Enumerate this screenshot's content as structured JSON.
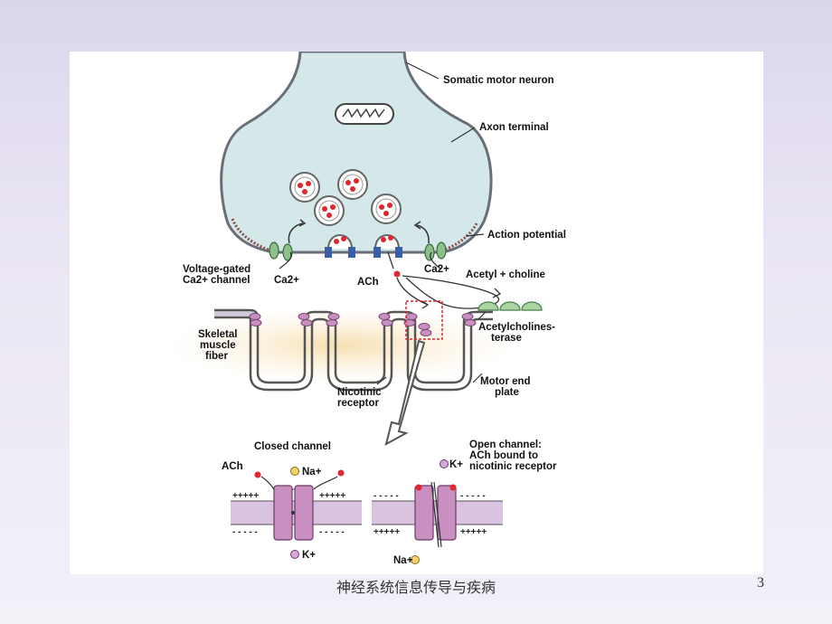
{
  "labels": {
    "somatic_motor_neuron": "Somatic motor neuron",
    "axon_terminal": "Axon terminal",
    "action_potential": "Action potential",
    "voltage_gated_line1": "Voltage-gated",
    "voltage_gated_line2": "Ca2+ channel",
    "ca_left": "Ca2+",
    "ca_right": "Ca2+",
    "ach_top": "ACh",
    "acetyl_choline": "Acetyl + choline",
    "ache_line1": "Acetylcholines-",
    "ache_line2": "terase",
    "skeletal_line1": "Skeletal",
    "skeletal_line2": "muscle",
    "skeletal_line3": "fiber",
    "nicotinic_line1": "Nicotinic",
    "nicotinic_line2": "receptor",
    "motor_end_line1": "Motor end",
    "motor_end_line2": "plate",
    "closed_channel": "Closed channel",
    "open_line1": "Open channel:",
    "open_line2": "ACh bound to",
    "open_line3": "nicotinic receptor",
    "ach_closed": "ACh",
    "na_closed": "Na+",
    "k_closed": "K+",
    "k_open": "K+",
    "na_open": "Na+",
    "plus_signs": "+++++",
    "minus_signs": "- - - - -"
  },
  "colors": {
    "neuron_fill": "#d4e7e9",
    "vesicle_dot": "#e0262e",
    "receptor_purple": "#c98fc0",
    "membrane_band": "#d9c3e0",
    "muscle_glow": "#f7dfb0",
    "enzyme_green": "#a8d5a0",
    "channel_blue": "#3a5ea8",
    "highlight_box": "#e0262e"
  },
  "footer": {
    "text": "神经系统信息传导与疾病",
    "page_number": "3"
  }
}
